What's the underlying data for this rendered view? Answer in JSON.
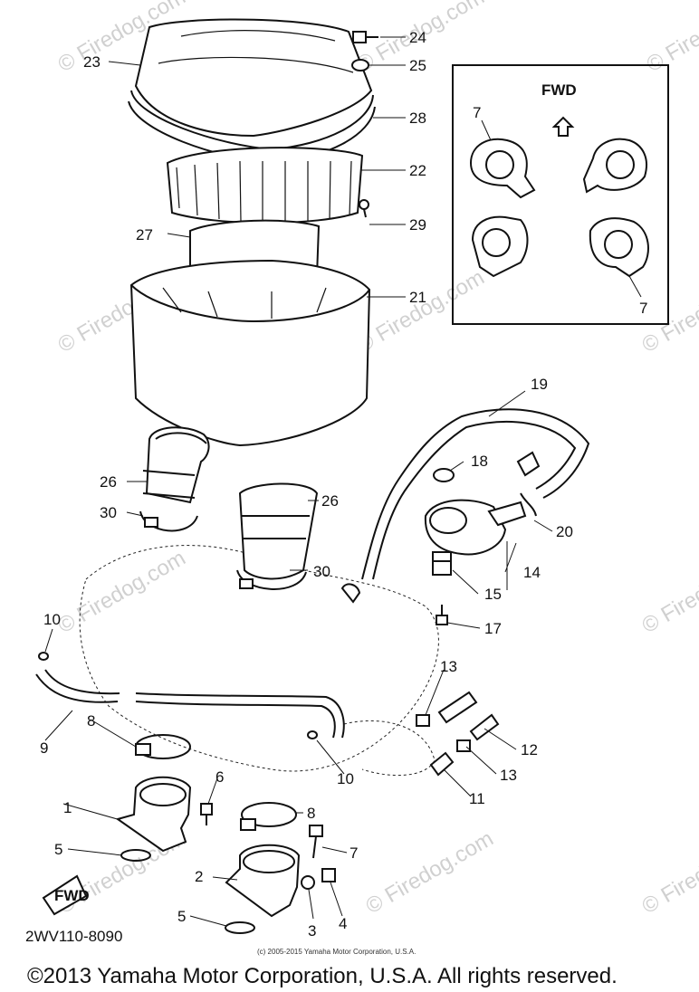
{
  "watermarks": [
    "© Firedog.com"
  ],
  "fwd_label": "FWD",
  "diagram_code": "2WV110-8090",
  "small_copyright": "(c) 2005-2015 Yamaha Motor Corporation, U.S.A.",
  "copyright": "©2013 Yamaha Motor Corporation, U.S.A. All rights reserved.",
  "callouts": {
    "c1": "1",
    "c2": "2",
    "c3": "3",
    "c4": "4",
    "c5a": "5",
    "c5b": "5",
    "c6": "6",
    "c7a": "7",
    "c7b": "7",
    "c7c": "7",
    "c8a": "8",
    "c8b": "8",
    "c9": "9",
    "c10a": "10",
    "c10b": "10",
    "c11": "11",
    "c12": "12",
    "c13a": "13",
    "c13b": "13",
    "c14": "14",
    "c15": "15",
    "c17": "17",
    "c18": "18",
    "c19": "19",
    "c20": "20",
    "c21": "21",
    "c22": "22",
    "c23": "23",
    "c24": "24",
    "c25": "25",
    "c26a": "26",
    "c26b": "26",
    "c27": "27",
    "c28": "28",
    "c29": "29",
    "c30a": "30",
    "c30b": "30"
  }
}
